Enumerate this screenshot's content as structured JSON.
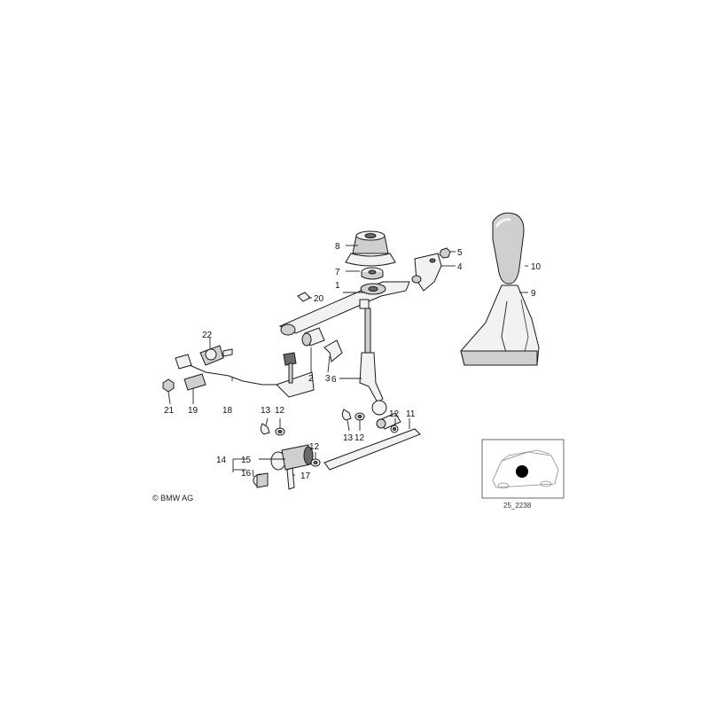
{
  "labels": {
    "p1": "1",
    "p2": "2",
    "p3": "3",
    "p4": "4",
    "p5": "5",
    "p6": "6",
    "p7": "7",
    "p8": "8",
    "p9": "9",
    "p10": "10",
    "p11": "11",
    "p12a": "12",
    "p12b": "12",
    "p12c": "12",
    "p13a": "13",
    "p13b": "13",
    "p14": "14",
    "p15": "15",
    "p16": "16",
    "p17": "17",
    "p18": "18",
    "p19": "19",
    "p20": "20",
    "p21": "21",
    "p22": "22"
  },
  "copyright": "© BMW AG",
  "diagram_ref": "25_2238"
}
